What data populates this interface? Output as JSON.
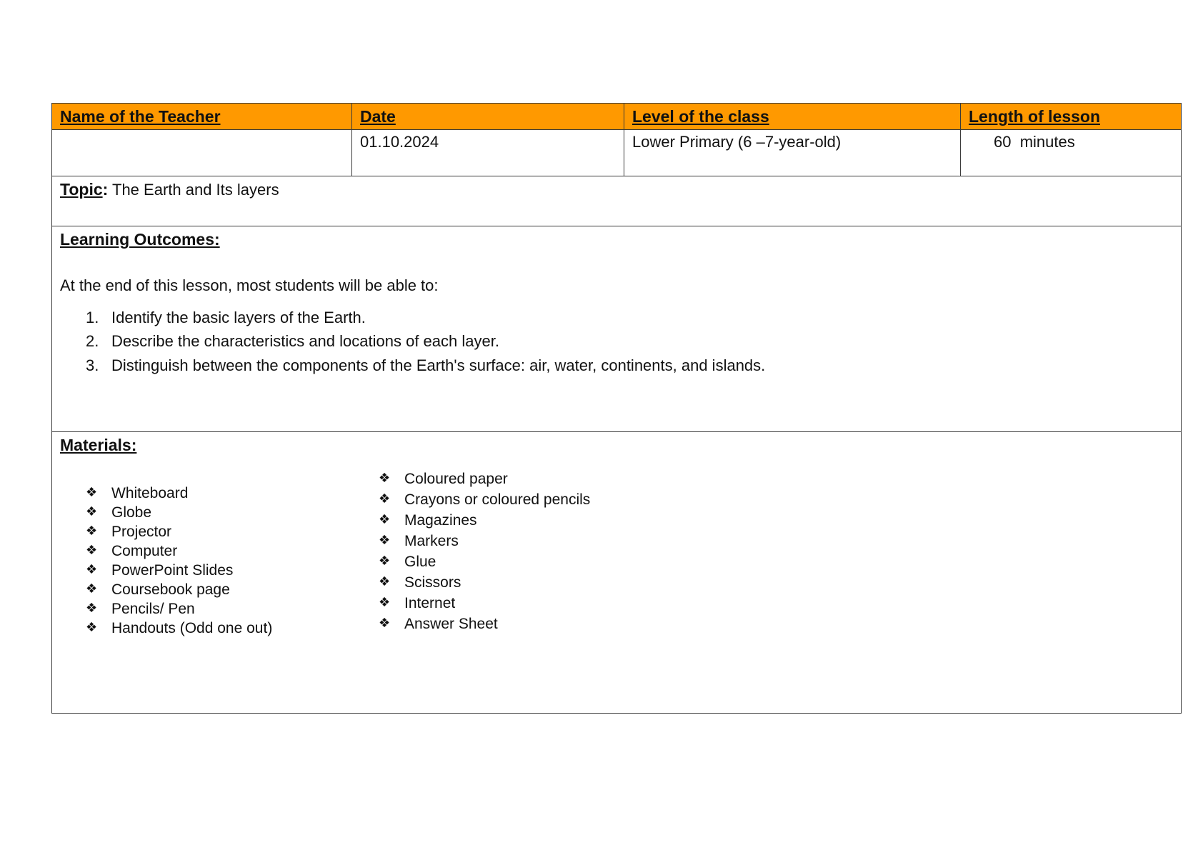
{
  "header": {
    "teacher_label": "Name of the Teacher",
    "date_label": "Date",
    "level_label": "Level of the class",
    "length_label": "Length of lesson"
  },
  "info": {
    "teacher": "",
    "date": "01.10.2024",
    "level": "Lower Primary (6 –7-year-old)",
    "length": "60  minutes"
  },
  "topic": {
    "label": "Topic",
    "colon": ":",
    "value": " The Earth and Its layers"
  },
  "outcomes": {
    "title": "Learning Outcomes:",
    "intro": "At the end of this lesson, most students will be able to:",
    "items": [
      {
        "num": "1.",
        "text": "Identify the basic layers of the Earth."
      },
      {
        "num": "2.",
        "text": "Describe the characteristics and locations of each layer."
      },
      {
        "num": "3.",
        "text": "Distinguish between the components of the Earth's surface: air, water, continents, and islands."
      }
    ]
  },
  "materials": {
    "title": "Materials:",
    "bullet_icon": "four-diamond-bullet-icon",
    "bullet": "❖",
    "left": [
      "Whiteboard",
      "Globe",
      "Projector",
      "Computer",
      "PowerPoint Slides",
      "Coursebook page",
      "Pencils/ Pen",
      "Handouts (Odd one out)"
    ],
    "right": [
      "Coloured paper",
      "Crayons or coloured pencils",
      "Magazines",
      "Markers",
      "Glue",
      "Scissors",
      "Internet",
      "Answer Sheet"
    ]
  },
  "colors": {
    "header_bg": "#ff9900",
    "border": "#3a3a3a"
  }
}
